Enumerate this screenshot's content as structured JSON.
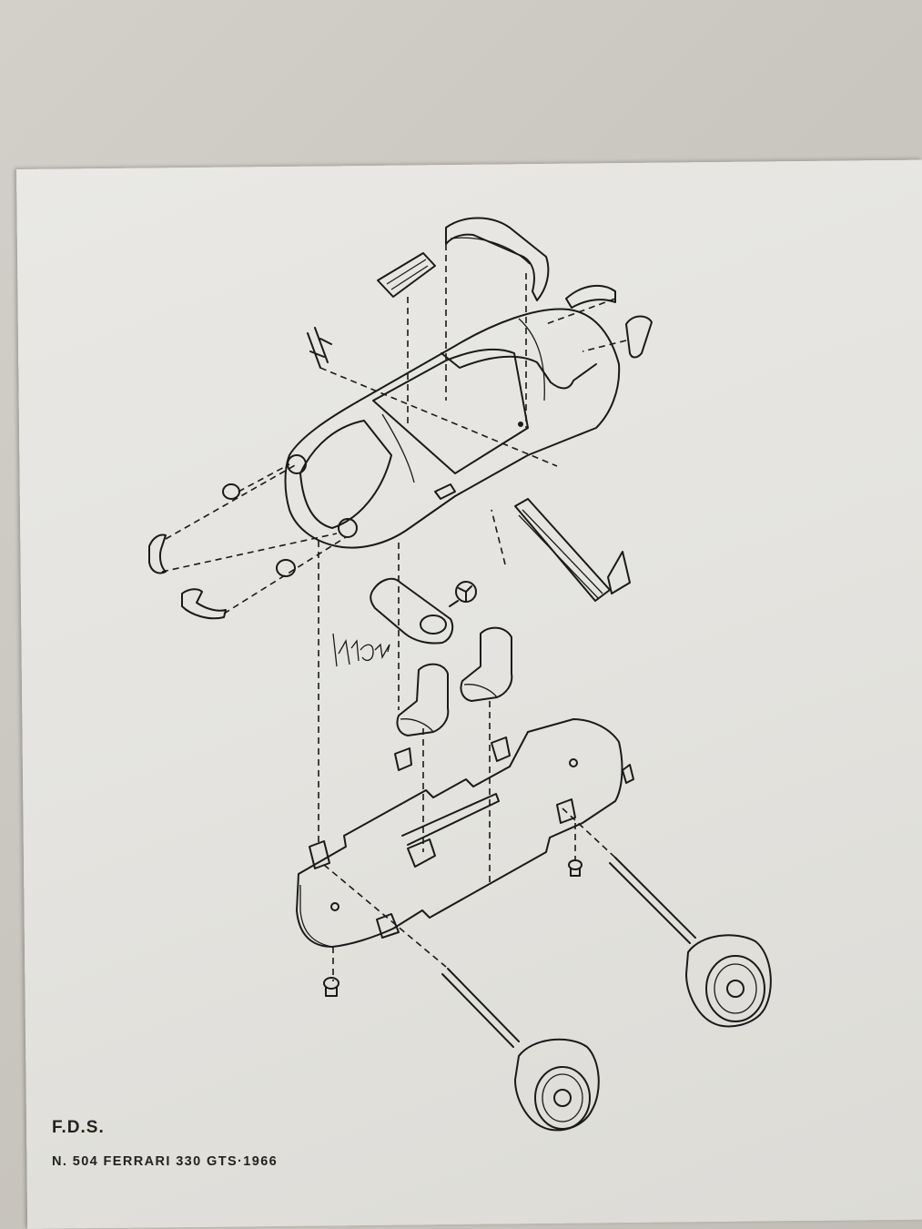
{
  "caption": {
    "brand": "F.D.S.",
    "model": "N. 504  FERRARI  330  GTS·1966"
  },
  "diagram": {
    "signature_note": "handwritten signature drawn as image",
    "colors": {
      "ink": "#1a1a1a",
      "paper": "#e6e5e1",
      "background": "#c7c4bc"
    }
  }
}
